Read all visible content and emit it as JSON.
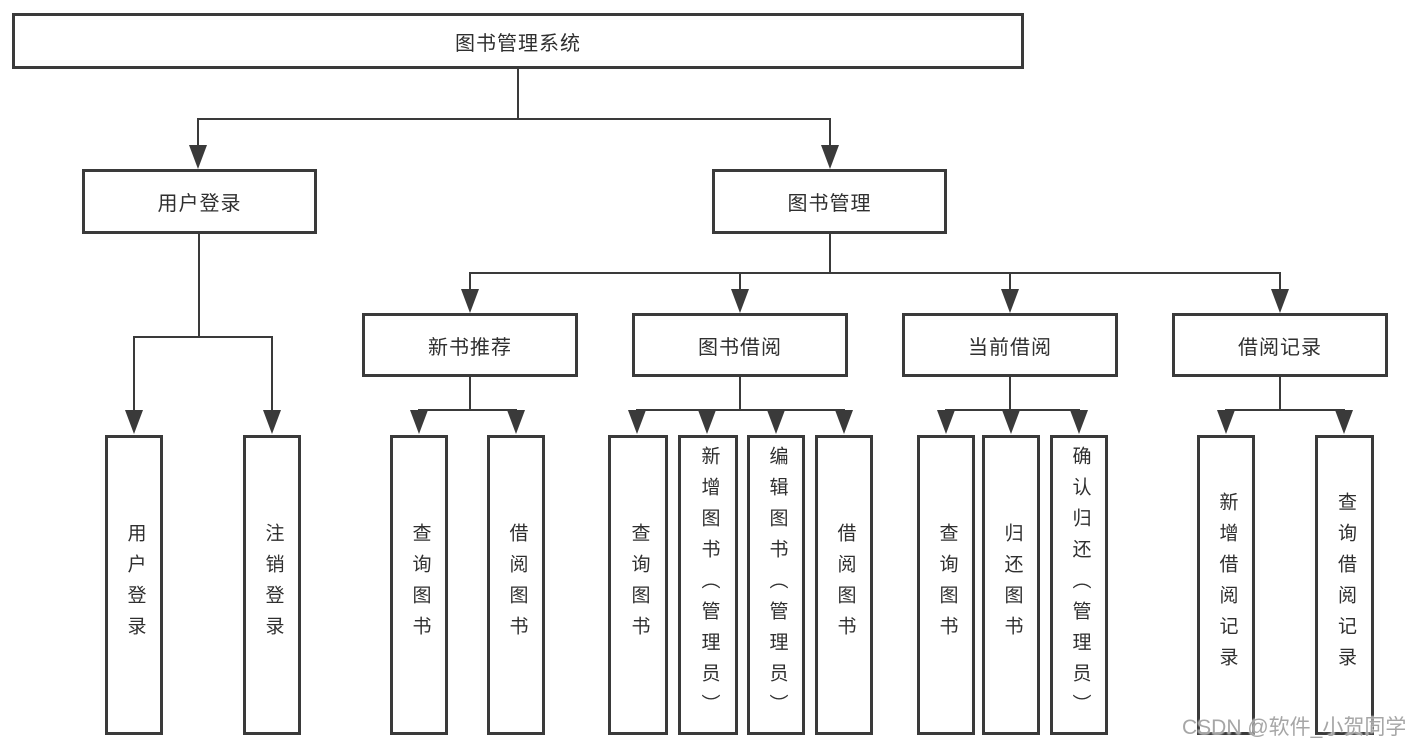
{
  "tree": {
    "root": {
      "label": "图书管理系统"
    },
    "user_login": {
      "label": "用户登录",
      "children": {
        "login": {
          "label": "用户登录"
        },
        "logout": {
          "label": "注销登录"
        }
      }
    },
    "book_mgmt": {
      "label": "图书管理",
      "children": {
        "new_book_rec": {
          "label": "新书推荐",
          "children": {
            "query_book": {
              "label": "查询图书"
            },
            "borrow_book": {
              "label": "借阅图书"
            }
          }
        },
        "book_borrow": {
          "label": "图书借阅",
          "children": {
            "query_book": {
              "label": "查询图书"
            },
            "add_book": {
              "label": "新增图书（管理员）"
            },
            "edit_book": {
              "label": "编辑图书（管理员）"
            },
            "borrow_book": {
              "label": "借阅图书"
            }
          }
        },
        "current_borrow": {
          "label": "当前借阅",
          "children": {
            "query_book": {
              "label": "查询图书"
            },
            "return_book": {
              "label": "归还图书"
            },
            "confirm_return": {
              "label": "确认归还（管理员）"
            }
          }
        },
        "borrow_record": {
          "label": "借阅记录",
          "children": {
            "add_record": {
              "label": "新增借阅记录"
            },
            "query_record": {
              "label": "查询借阅记录"
            }
          }
        }
      }
    }
  },
  "watermark": {
    "text": "CSDN @软件_小贺同学"
  },
  "colors": {
    "line": "#3a3a3a",
    "box_border": "#3a3a3a",
    "box_fill": "#ffffff",
    "text": "#2f2f2f",
    "watermark": "#9e9e9e",
    "background": "#ffffff"
  }
}
